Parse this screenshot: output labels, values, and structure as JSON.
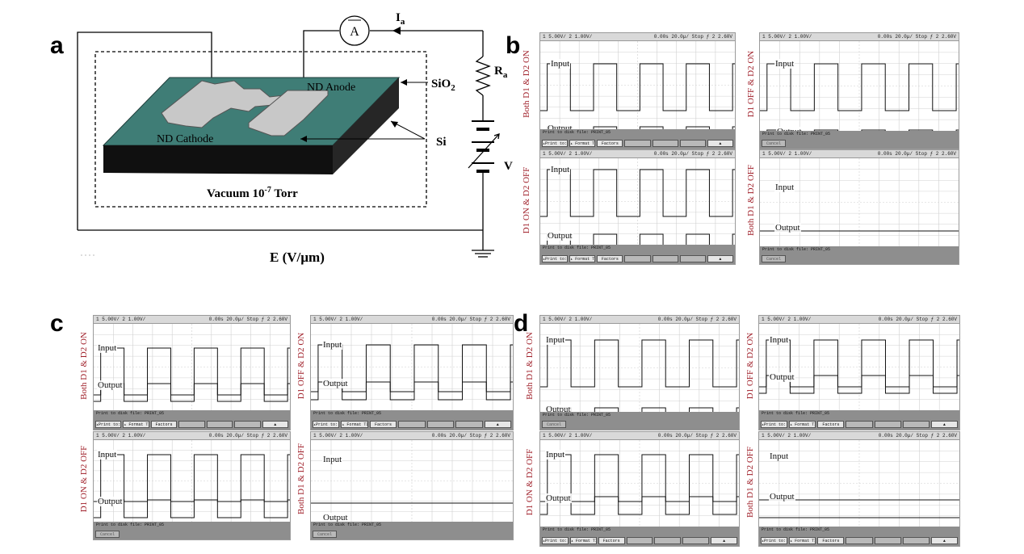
{
  "panel_labels": {
    "a": "a",
    "b": "b",
    "c": "c",
    "d": "d"
  },
  "circuit": {
    "ammeter": "A",
    "current": "I",
    "current_sub": "a",
    "resistor": "R",
    "resistor_sub": "a",
    "anode": "ND Anode",
    "cathode": "ND Cathode",
    "sio2": "SiO",
    "sio2_sub": "2",
    "si": "Si",
    "voltage": "V",
    "vacuum": "Vacuum 10",
    "vacuum_exp": "-7",
    "vacuum_unit": " Torr",
    "field": "E (V/µm)",
    "colors": {
      "substrate_top": "#3f7d76",
      "substrate_side": "#101010",
      "electrode": "#c8c8c8"
    }
  },
  "scope_text": {
    "header_left": "1 5.00V/  2 1.00V/",
    "header_right": "0.00s  20.0µ/  Stop  ƒ 2  2.60V",
    "status": "Print to disk file: PRINT_05",
    "buttons": [
      "▴Print to: Disk",
      "▴ Format TIF Image",
      "Factors",
      "",
      "",
      "",
      "▲"
    ],
    "single_button": "Cancel"
  },
  "scopes": [
    {
      "side_label": "Both D1 & D2 ON",
      "input": "Input",
      "output": "Output"
    },
    {
      "side_label": "D1 OFF & D2 ON",
      "input": "Input",
      "output": "Output"
    },
    {
      "side_label": "D1 ON & D2 OFF",
      "input": "Input",
      "output": "Output"
    },
    {
      "side_label": "Both D1 & D2 OFF",
      "input": "Input",
      "output": "Output"
    },
    {
      "side_label": "Both D1 & D2 ON",
      "input": "Input",
      "output": "Output"
    },
    {
      "side_label": "D1 OFF & D2 ON",
      "input": "Input",
      "output": "Output"
    },
    {
      "side_label": "D1 ON & D2 OFF",
      "input": "Input",
      "output": "Output"
    },
    {
      "side_label": "Both D1 & D2 OFF",
      "input": "Input",
      "output": "Output"
    },
    {
      "side_label": "Both D1 & D2 ON",
      "input": "Input",
      "output": "Output"
    },
    {
      "side_label": "D1 OFF & D2 ON",
      "input": "Input",
      "output": "Output"
    },
    {
      "side_label": "D1 ON & D2 OFF",
      "input": "Input",
      "output": "Output"
    },
    {
      "side_label": "Both D1 & D2 OFF",
      "input": "Input",
      "output": "Output"
    }
  ]
}
